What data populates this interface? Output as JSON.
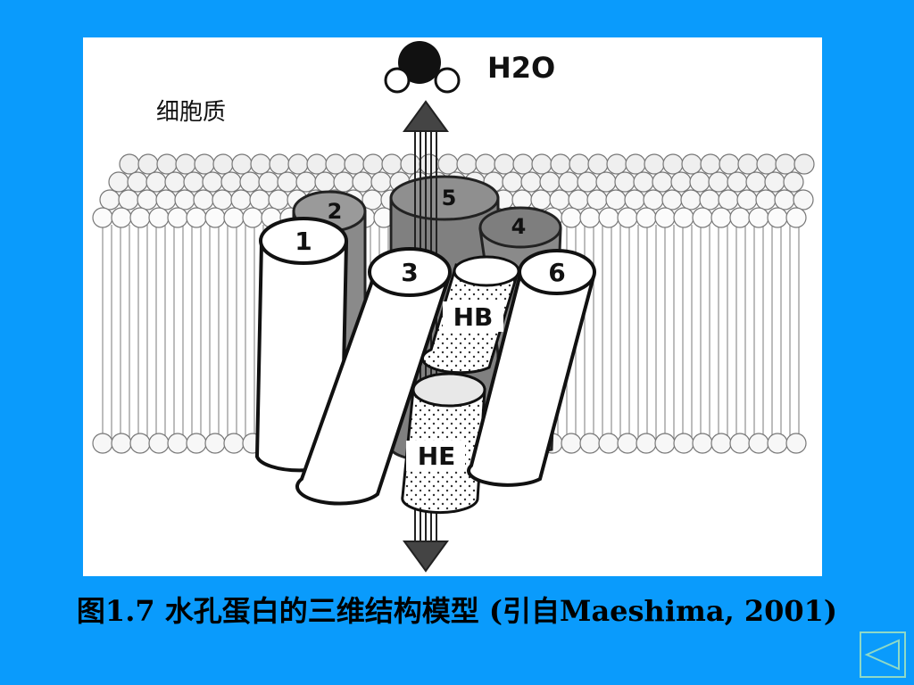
{
  "diagram": {
    "label_molecule": "H2O",
    "label_cytoplasm": "细胞质",
    "helices": [
      "1",
      "2",
      "3",
      "4",
      "5",
      "6"
    ],
    "loops": [
      "HB",
      "HE"
    ]
  },
  "caption": "图1.7 水孔蛋白的三维结构模型 (引自Maeshima, 2001)",
  "nav": {
    "icon": "triangle-left-icon"
  }
}
